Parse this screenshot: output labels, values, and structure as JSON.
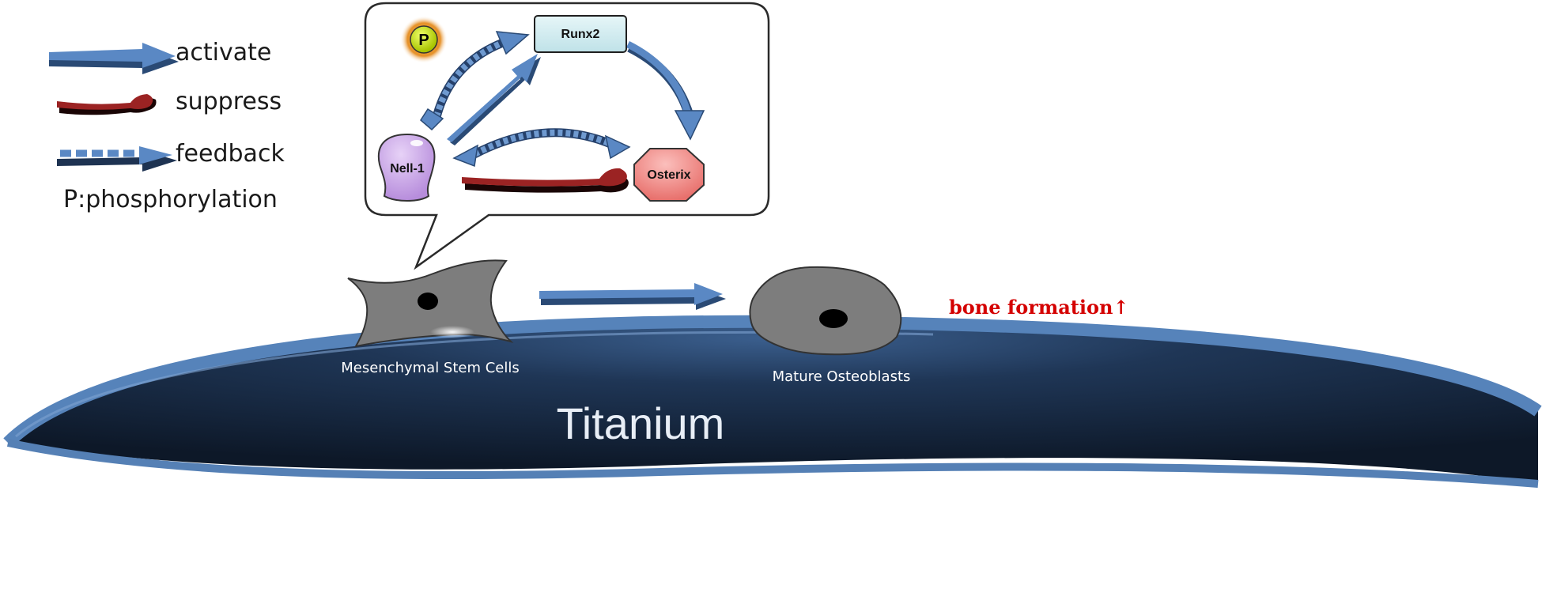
{
  "legend": {
    "activate": "activate",
    "suppress": "suppress",
    "feedback": "feedback",
    "phosphorylation": "P:phosphorylation"
  },
  "nodes": {
    "p_badge": "P",
    "runx2": "Runx2",
    "nell1": "Nell-1",
    "osterix": "Osterix"
  },
  "cells": {
    "msc": "Mesenchymal Stem Cells",
    "osteoblasts": "Mature Osteoblasts"
  },
  "substrate": "Titanium",
  "outcome": "bone formation↑",
  "colors": {
    "activate_arrow": "#4f7fbd",
    "suppress_arrow": "#8b1a1a",
    "cell_fill": "#808080",
    "titanium_top": "#4e79b0",
    "titanium_body": "#1a2e4a",
    "runx2_fill": "#d4eef2",
    "nell1_fill": "#c7a2e6",
    "osterix_fill": "#f08a86",
    "outcome_text": "#d40000"
  }
}
